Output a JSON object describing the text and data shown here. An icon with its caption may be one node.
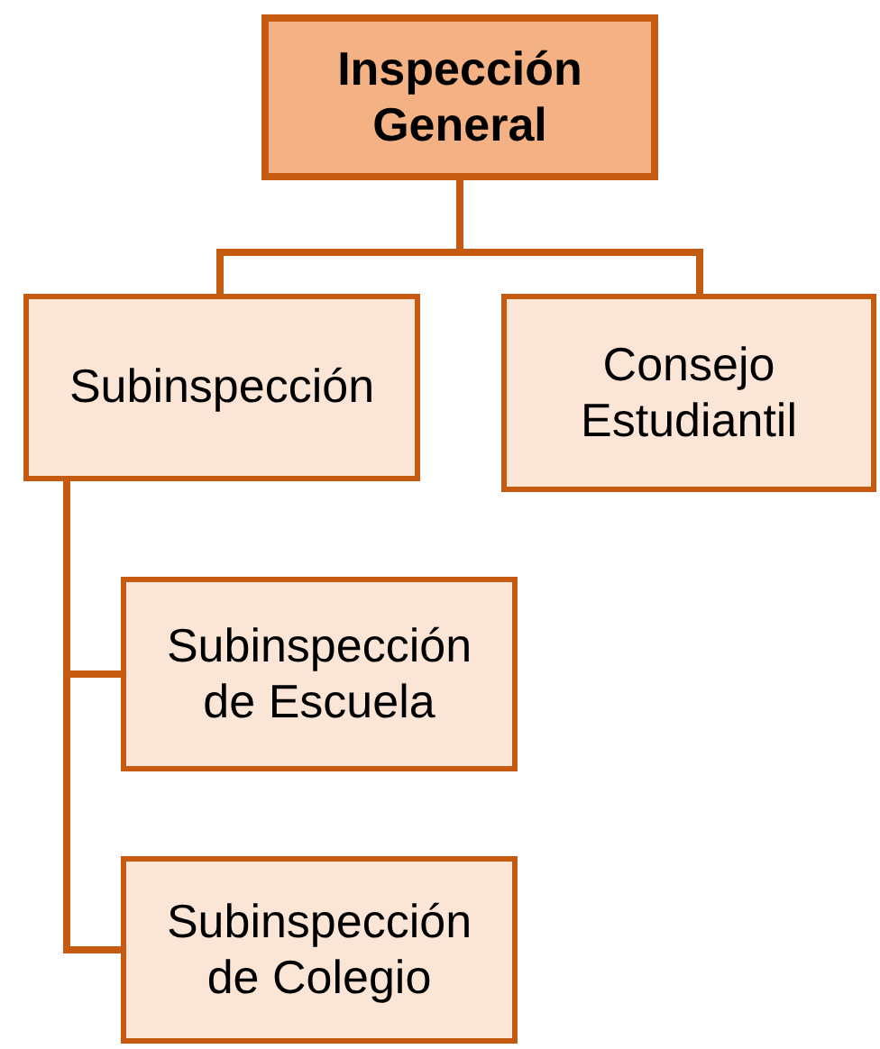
{
  "diagram": {
    "nodes": [
      {
        "text": [
          "Inspección General"
        ]
      },
      {
        "text": [
          "Subinspección"
        ]
      },
      {
        "text": [
          "Consejo Estudiantil"
        ]
      },
      {
        "text": [
          "Subinspección de Escuela"
        ]
      },
      {
        "text": [
          "Subinspección de Colegio"
        ]
      }
    ],
    "edges": [
      {
        "from": 0,
        "to": 1,
        "arrow": "none"
      },
      {
        "from": 0,
        "to": 2,
        "arrow": "none"
      },
      {
        "from": 1,
        "to": 3,
        "arrow": "none"
      },
      {
        "from": 1,
        "to": 4,
        "arrow": "none"
      }
    ]
  }
}
